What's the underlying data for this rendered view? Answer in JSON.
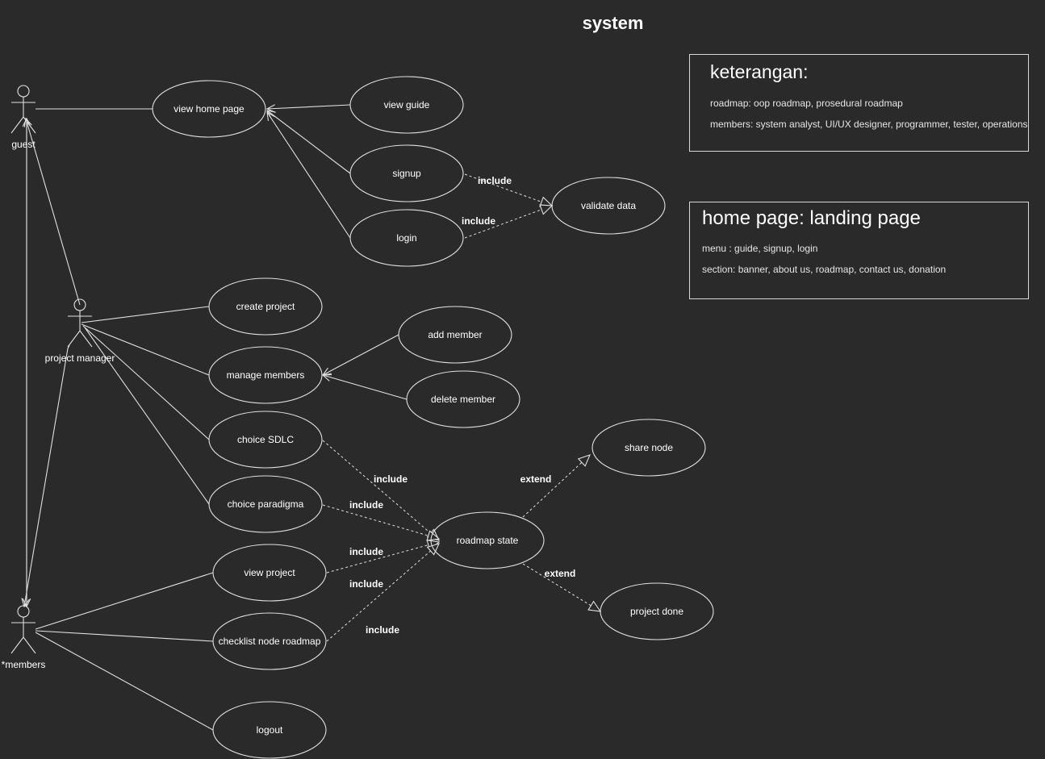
{
  "title": "system",
  "actors": {
    "guest": "guest",
    "project_manager": "project manager",
    "members": "*members"
  },
  "use_cases": {
    "view_home_page": "view home page",
    "view_guide": "view  guide",
    "signup": "signup",
    "login": "login",
    "validate_data": "validate data",
    "create_project": "create project",
    "manage_members": "manage members",
    "add_member": "add member",
    "delete_member": "delete member",
    "choice_sdlc": "choice SDLC",
    "choice_paradigma": "choice paradigma",
    "roadmap_state": "roadmap state",
    "share_node": "share node",
    "project_done": "project done",
    "view_project": "view project",
    "checklist_node_roadmap": "checklist node roadmap",
    "logout": "logout"
  },
  "relation_labels": {
    "include": "include",
    "extend": "extend"
  },
  "notes": {
    "keterangan": {
      "heading": "keterangan:",
      "line1": "roadmap: oop roadmap, prosedural roadmap",
      "line2": "members: system analyst, UI/UX designer, programmer, tester, operations"
    },
    "home_page": {
      "heading": "home page: landing page",
      "line1": "menu : guide, signup, login",
      "line2": "section: banner, about us, roadmap,  contact us, donation"
    }
  },
  "colors": {
    "background": "#2a2a2a",
    "line": "#e0e0e0",
    "text": "#ffffff"
  }
}
